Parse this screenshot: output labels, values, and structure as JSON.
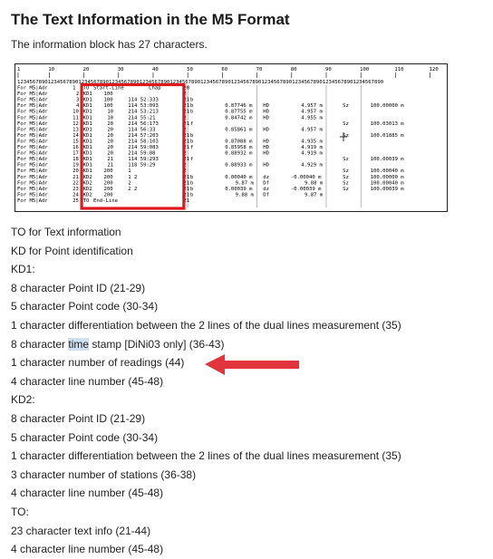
{
  "page": {
    "title": "The Text Information in the M5 Format",
    "intro": "The information block has 27 characters."
  },
  "figure": {
    "ruler_numbers": [
      "1",
      "10",
      "20",
      "30",
      "40",
      "50",
      "60",
      "70",
      "80",
      "90",
      "100",
      "110",
      "120"
    ],
    "ruler_digits": "123456789012345678901234567890123456789012345678901234567890123456789012345678901234567890123456789012345678901234567890",
    "header": {
      "prefix": "For M5|Adr",
      "num": "1",
      "code": "TO",
      "label": "Start-Line",
      "suffix": "Chap",
      "fcol": "20"
    },
    "rows": [
      {
        "n": "2",
        "c": "KD1",
        "a": "100",
        "b": "",
        "fc": "2",
        "u": "",
        "h": "",
        "v": "",
        "w": "",
        "x": "",
        "y": ""
      },
      {
        "n": "3",
        "c": "KD1",
        "a": "100",
        "b": "114 52:333",
        "fc": "21",
        "u": "b",
        "h": "",
        "v": "",
        "w": "",
        "x": "",
        "y": ""
      },
      {
        "n": "4",
        "c": "KD1",
        "a": "100",
        "b": "114 53:093",
        "fc": "21",
        "u": "b",
        "h": "0.87746 m",
        "v": "HD",
        "w": "4.957 m",
        "x": "Sz",
        "y": "100.00000 m"
      },
      {
        "n": "10",
        "c": "KD1",
        "a": "10",
        "b": "214 53:213",
        "fc": "21",
        "u": "b",
        "h": "0.87755 m",
        "v": "HD",
        "w": "4.957 m",
        "x": "",
        "y": ""
      },
      {
        "n": "11",
        "c": "KD1",
        "a": "10",
        "b": "214 55:21",
        "fc": "2",
        "u": "",
        "h": "0.84742 m",
        "v": "HD",
        "w": "4.955 m",
        "x": "",
        "y": ""
      },
      {
        "n": "12",
        "c": "KD1",
        "a": "20",
        "b": "214 56:173",
        "fc": "21",
        "u": "f",
        "h": "",
        "v": "",
        "w": "",
        "x": "Sz",
        "y": "100.03013 m"
      },
      {
        "n": "13",
        "c": "KD1",
        "a": "20",
        "b": "114 56:33",
        "fc": "2",
        "u": "",
        "h": "0.85861 m",
        "v": "HD",
        "w": "4.957 m",
        "x": "",
        "y": ""
      },
      {
        "n": "14",
        "c": "KD1",
        "a": "20",
        "b": "214 57:203",
        "fc": "21",
        "u": "b",
        "h": "",
        "v": "",
        "w": "",
        "x": "Sz",
        "y": "100.01885 m"
      },
      {
        "n": "15",
        "c": "KD1",
        "a": "20",
        "b": "214 58:103",
        "fc": "21",
        "u": "b",
        "h": "0.87088 m",
        "v": "HD",
        "w": "4.935 m",
        "x": "",
        "y": ""
      },
      {
        "n": "16",
        "c": "KD1",
        "a": "20",
        "b": "214 59:083",
        "fc": "21",
        "u": "f",
        "h": "0.85958 m",
        "v": "HD",
        "w": "4.919 m",
        "x": "",
        "y": ""
      },
      {
        "n": "17",
        "c": "KD1",
        "a": "20",
        "b": "214 59:08",
        "fc": "2",
        "u": "",
        "h": "0.88932 m",
        "v": "HD",
        "w": "4.919 m",
        "x": "",
        "y": ""
      },
      {
        "n": "18",
        "c": "KD1",
        "a": "21",
        "b": "114 59:293",
        "fc": "21",
        "u": "f",
        "h": "",
        "v": "",
        "w": "",
        "x": "Sz",
        "y": "100.00039 m"
      },
      {
        "n": "19",
        "c": "KD1",
        "a": "21",
        "b": "118 59:29",
        "fc": "2",
        "u": "",
        "h": "0.88933 m",
        "v": "HD",
        "w": "4.929 m",
        "x": "",
        "y": ""
      },
      {
        "n": "20",
        "c": "KD1",
        "a": "200",
        "b": "1",
        "fc": "2",
        "u": "",
        "h": "",
        "v": "",
        "w": "",
        "x": "Sz",
        "y": "100.00040 m"
      },
      {
        "n": "21",
        "c": "KD2",
        "a": "200",
        "b": "1  2",
        "fc": "21",
        "u": "b",
        "h": "0.00040 m",
        "v": "dz",
        "w": "-0.00040 m",
        "x": "Sz",
        "y": "100.00000 m"
      },
      {
        "n": "22",
        "c": "KD2",
        "a": "200",
        "b": "2",
        "fc": "21",
        "u": "b",
        "h": "9.87 m",
        "v": "Df",
        "w": "9.88 m",
        "x": "Sz",
        "y": "100.00040 m"
      },
      {
        "n": "23",
        "c": "KD2",
        "a": "200",
        "b": "2  2",
        "fc": "21",
        "u": "b",
        "h": "0.00039 m",
        "v": "dz",
        "w": "-0.00039 m",
        "x": "Sz",
        "y": "100.00039 m"
      },
      {
        "n": "24",
        "c": "KD2",
        "a": "200",
        "b": "",
        "fc": "21",
        "u": "b",
        "h": "9.88 m",
        "v": "Df",
        "w": "9.87 m",
        "x": "",
        "y": ""
      }
    ],
    "footer": {
      "num": "25",
      "code": "TO",
      "label": "End-Line",
      "fcol": "21"
    }
  },
  "lines": [
    "TO for Text information",
    "KD for Point identification",
    "KD1:",
    "8 character Point ID (21-29)",
    "5 character Point code (30-34)",
    "1 character differentiation between the 2 lines of the dual lines measurement (35)",
    "8 character time stamp [DiNi03 only] (36-43)",
    "1 character number of readings (44)",
    "4 character line number (45-48)",
    "KD2:",
    "8 character Point ID (21-29)",
    "5 character Point code (30-34)",
    "1 character differentiation between the 2 lines of the dual lines measurement (35)",
    "3 character number of stations (36-38)",
    "4 character line number (45-48)",
    "TO:",
    "23 character text info (21-44)",
    "4 character line number (45-48)"
  ],
  "highlight": {
    "line_6": {
      "before": "8 character ",
      "word": "time",
      "after": " stamp [DiNi03 only] (36-43)"
    }
  },
  "colors": {
    "frame_red": "#e0171c",
    "arrow_red": "#e2343c",
    "selection_blue": "#cfe0f3"
  }
}
